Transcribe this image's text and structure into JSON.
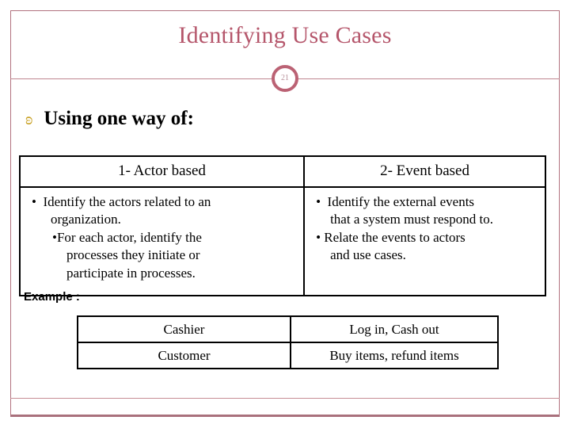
{
  "slide": {
    "title": "Identifying Use Cases",
    "page_number": "21",
    "accent_color": "#b5566b",
    "frame_color": "#b2737f",
    "bullet_color": "#c9a227"
  },
  "heading": {
    "bullet_icon": "ornament-bullet-icon",
    "bullet_glyph": "ɞ",
    "text": "Using one way of:"
  },
  "main_table": {
    "headers": [
      "1- Actor based",
      "2- Event based"
    ],
    "cells": [
      {
        "lines": [
          {
            "bullet": "•",
            "text": "Identify the actors related to an",
            "indent": 0
          },
          {
            "bullet": "",
            "text": "organization.",
            "indent": 1
          },
          {
            "bullet": "•",
            "text": "For each actor, identify the",
            "indent": 2
          },
          {
            "bullet": "",
            "text": "processes they initiate or",
            "indent": 1
          },
          {
            "bullet": "",
            "text": "participate in processes.",
            "indent": 1
          }
        ]
      },
      {
        "lines": [
          {
            "bullet": "•",
            "text": "Identify the external events",
            "indent": 0
          },
          {
            "bullet": "",
            "text": "that a system must respond to.",
            "indent": 1
          },
          {
            "bullet": "•",
            "text": "Relate the events to actors",
            "indent": 0
          },
          {
            "bullet": "",
            "text": "and use cases.",
            "indent": 1
          }
        ]
      }
    ]
  },
  "example": {
    "label": "Example :",
    "rows": [
      [
        "Cashier",
        "Log in, Cash out"
      ],
      [
        "Customer",
        "Buy items, refund items"
      ]
    ]
  }
}
